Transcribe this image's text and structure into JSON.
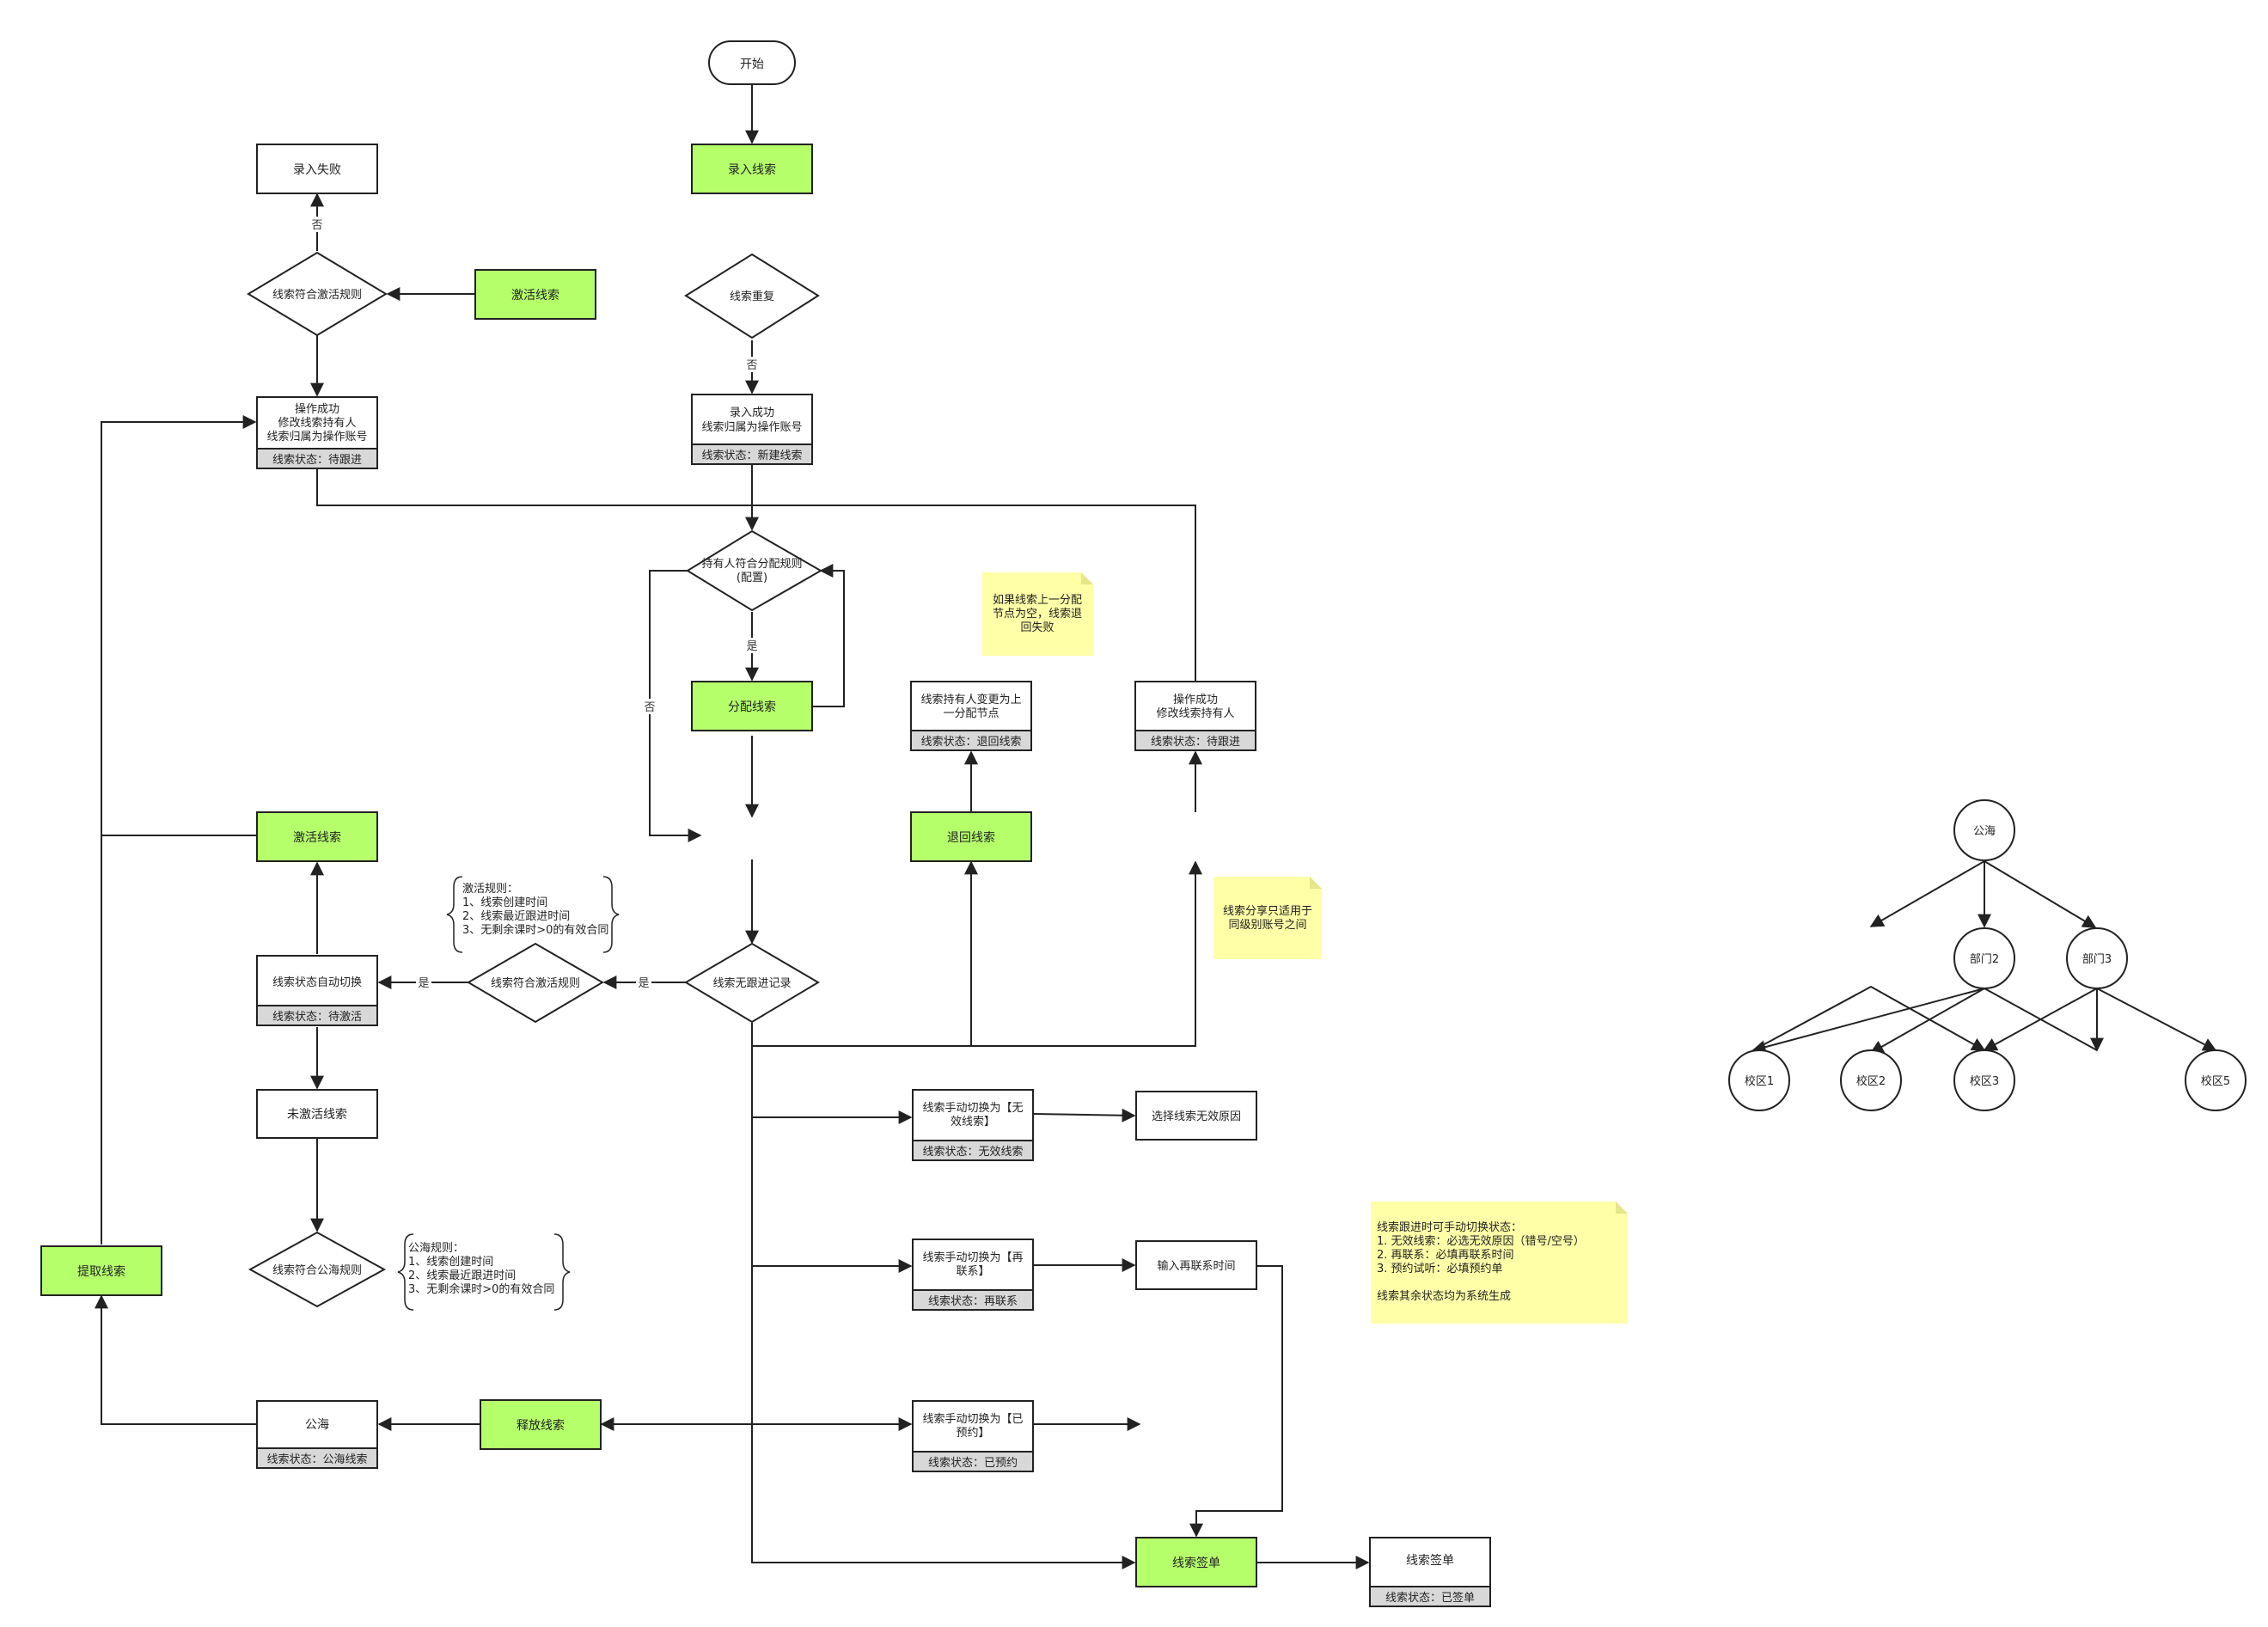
{
  "colors": {
    "green": "#b5ff6b",
    "note": "#ffffa8",
    "stroke": "#222222",
    "status_bar": "#d8d8d8"
  },
  "nodes": {
    "start": "开始",
    "enter_lead": "录入线索",
    "enter_fail": "录入失败",
    "rule_check_top": "线索符合激活规则",
    "activate_top": "激活线索",
    "lead_duplicate": "线索重复",
    "op_success_l1": "操作成功",
    "op_success_l2": "修改线索持有人",
    "op_success_l3": "线索归属为操作账号",
    "op_success_status": "线索状态：待跟进",
    "enter_success_l1": "录入成功",
    "enter_success_l2": "线索归属为操作账号",
    "enter_success_status": "线索状态：新建线索",
    "owner_rule_l1": "持有人符合分配规则",
    "owner_rule_l2": "(配置)",
    "assign_lead": "分配线索",
    "return_node_l1": "线索持有人变更为上",
    "return_node_l2": "一分配节点",
    "return_node_status": "线索状态：退回线索",
    "return_lead": "退回线索",
    "op_success2_l1": "操作成功",
    "op_success2_l2": "修改线索持有人",
    "op_success2_status": "线索状态：待跟进",
    "activate_mid": "激活线索",
    "auto_switch": "线索状态自动切换",
    "auto_switch_status": "线索状态：待激活",
    "rule_check_mid": "线索符合激活规则",
    "no_follow": "线索无跟进记录",
    "not_activated": "未激活线索",
    "pool_rule_check": "线索符合公海规则",
    "extract_lead": "提取线索",
    "pool": "公海",
    "pool_status": "线索状态：公海线索",
    "release_lead": "释放线索",
    "invalid_l1": "线索手动切换为【无",
    "invalid_l2": "效线索】",
    "invalid_status": "线索状态：无效线索",
    "invalid_reason": "选择线索无效原因",
    "recontact_l1": "线索手动切换为【再",
    "recontact_l2": "联系】",
    "recontact_status": "线索状态：再联系",
    "recontact_time": "输入再联系时间",
    "booked_l1": "线索手动切换为【已",
    "booked_l2": "预约】",
    "booked_status": "线索状态：已预约",
    "sign": "线索签单",
    "signed": "线索签单",
    "signed_status": "线索状态：已签单"
  },
  "edge_labels": {
    "no_fail": "否",
    "no_dup": "否",
    "yes_assign": "是",
    "no_left": "否",
    "yes_rule": "是",
    "yes_switch": "是"
  },
  "brace_notes": {
    "activate_rule": [
      "激活规则：",
      "1、线索创建时间",
      "2、线索最近跟进时间",
      "3、无剩余课时>0的有效合同"
    ],
    "pool_rule": [
      "公海规则：",
      "1、线索创建时间",
      "2、线索最近跟进时间",
      "3、无剩余课时>0的有效合同"
    ]
  },
  "sticky_notes": {
    "return_note": [
      "如果线索上一分配",
      "节点为空，线索退",
      "回失败"
    ],
    "share_note": [
      "线索分享只适用于",
      "同级别账号之间"
    ],
    "manual_note": [
      "线索跟进时可手动切换状态：",
      "1. 无效线索：必选无效原因（错号/空号）",
      "2. 再联系：必填再联系时间",
      "3. 预约试听：必填预约单",
      "",
      "线索其余状态均为系统生成"
    ]
  },
  "tree": {
    "root": "公海",
    "dept2": "部门2",
    "dept3": "部门3",
    "campus1": "校区1",
    "campus2": "校区2",
    "campus3": "校区3",
    "campus5": "校区5"
  }
}
